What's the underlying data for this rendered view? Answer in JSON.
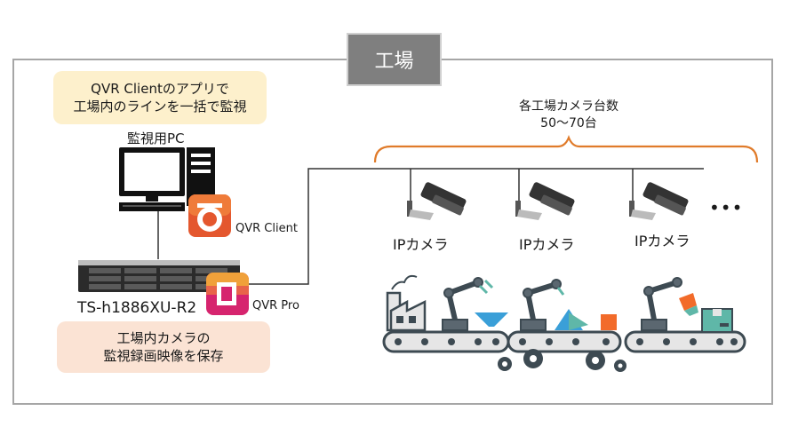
{
  "factory_title": "工場",
  "pc_note": [
    "QVR Clientのアプリで",
    "工場内のラインを一括で監視"
  ],
  "pc_label": "監視用PC",
  "qvr_client_label": "QVR Client",
  "nas_label": "TS-h1886XU-R2",
  "qvr_pro_label": "QVR Pro",
  "nas_note": [
    "工場内カメラの",
    "監視録画映像を保存"
  ],
  "camera_count": [
    "各工場カメラ台数",
    "50〜70台"
  ],
  "cameras": [
    {
      "label": "IPカメラ"
    },
    {
      "label": "IPカメラ"
    },
    {
      "label": "IPカメラ"
    }
  ],
  "more_indicator": "•••",
  "colors": {
    "frame": "#a6a6a6",
    "tab": "#7f7f7f",
    "brace": "#e07b2a",
    "qvr_client": "#e4572e",
    "qvr_pro": "#d6246e",
    "conveyor": "#3d4a52",
    "accent_teal": "#5fb7a8",
    "accent_blue": "#3a9fd8",
    "accent_orange": "#f26b2a"
  },
  "icons": [
    "monitor-icon",
    "tower-pc-icon",
    "qvr-client-icon",
    "nas-rack-icon",
    "qvr-pro-icon",
    "ip-camera-icon",
    "factory-icon",
    "robot-arm-icon",
    "conveyor-icon",
    "gear-icon",
    "box-icon"
  ]
}
